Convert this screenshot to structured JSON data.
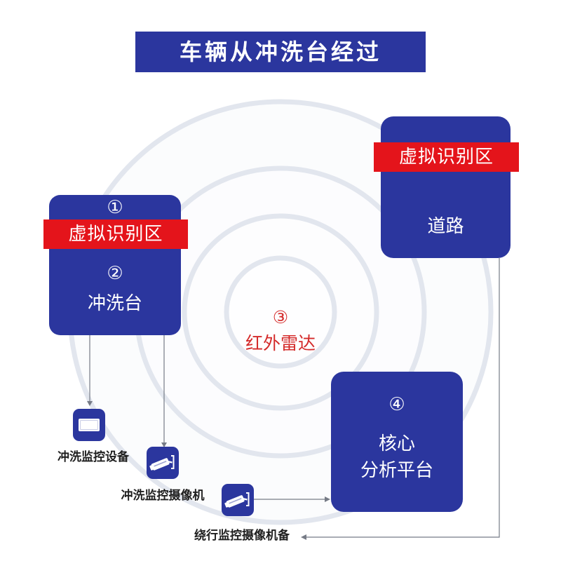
{
  "title": "车辆从冲洗台经过",
  "colors": {
    "primary": "#2b369e",
    "banner": "#e4141b",
    "radar_text": "#d42a2a",
    "line": "#767b86",
    "ring": "#e2e6ee"
  },
  "wash_station": {
    "step1": "①",
    "banner": "虚拟识别区",
    "step2": "②",
    "label": "冲洗台"
  },
  "road": {
    "banner": "虚拟识别区",
    "label": "道路"
  },
  "radar": {
    "step": "③",
    "label": "红外雷达"
  },
  "platform": {
    "step": "④",
    "label_line1": "核心",
    "label_line2": "分析平台"
  },
  "devices": [
    {
      "label": "冲洗监控设备",
      "icon": "monitor-device-icon"
    },
    {
      "label": "冲洗监控摄像机",
      "icon": "camera-icon"
    },
    {
      "label": "绕行监控摄像机备",
      "icon": "camera-icon"
    }
  ]
}
